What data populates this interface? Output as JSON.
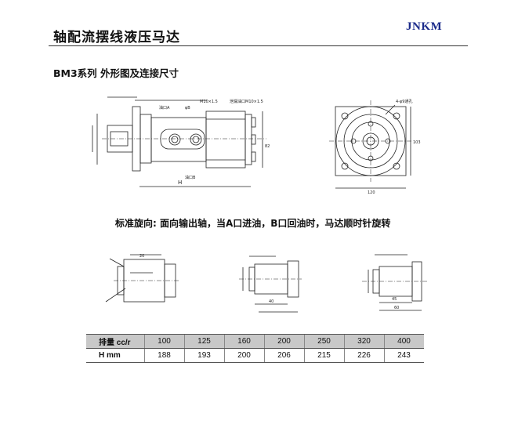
{
  "header": {
    "title": "轴配流摆线液压马达",
    "brand": "JNKM",
    "series_title": "BM3系列    外形图及连接尺寸"
  },
  "rotation_note": "标准旋向:  面向输出轴，当A口进油，B口回油时，马达顺时针旋转",
  "drawing_labels": {
    "port_a": "油口A",
    "port_b": "油口B",
    "bore_b": "φB",
    "thread": "M10×1.5",
    "drain": "泄漏油口M10×1.5",
    "dim_h": "H",
    "dim_82": "82",
    "dim_103": "103",
    "dim_120": "120",
    "dim_4holes": "4-φ9通孔",
    "dim_20": "20",
    "dim_40": "40",
    "dim_45": "45",
    "dim_60": "60"
  },
  "spec_table": {
    "header_label": "排量  cc/r",
    "row_label": "H   mm",
    "displacements": [
      "100",
      "125",
      "160",
      "200",
      "250",
      "320",
      "400"
    ],
    "h_values": [
      "188",
      "193",
      "200",
      "206",
      "215",
      "226",
      "243"
    ]
  }
}
